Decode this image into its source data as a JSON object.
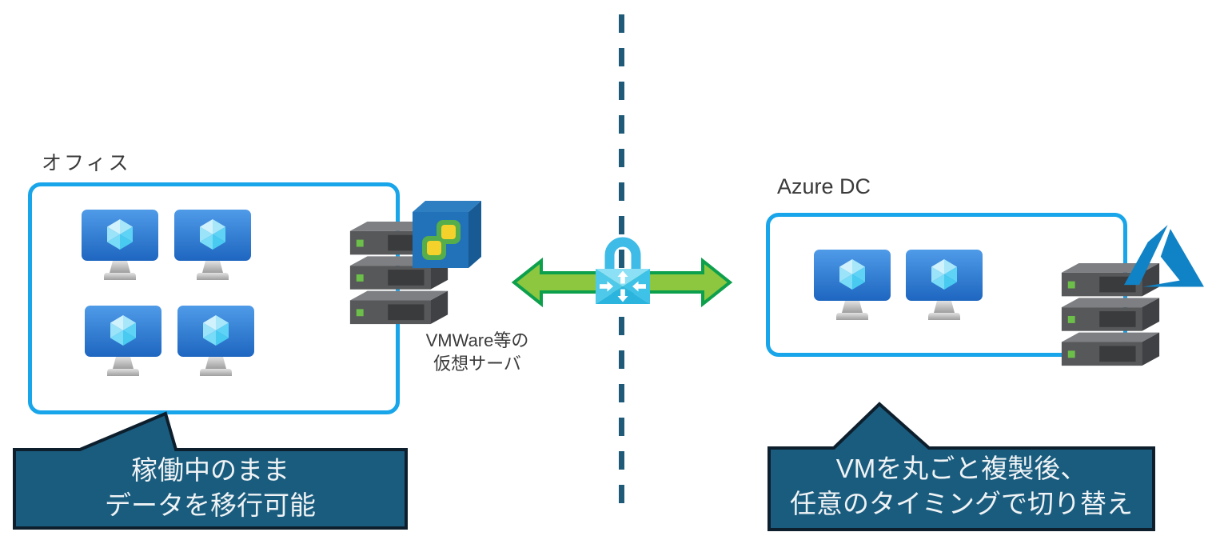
{
  "office": {
    "label": "オフィス",
    "vm_monitor_count": 4,
    "server_caption": {
      "line1": "VMWare等の",
      "line2": "仮想サーバ"
    }
  },
  "azure": {
    "label": "Azure DC",
    "vm_monitor_count": 2
  },
  "callouts": {
    "left": {
      "line1": "稼働中のまま",
      "line2": "データを移行可能"
    },
    "right": {
      "line1": "VMを丸ごと複製後、",
      "line2": "任意のタイミングで切り替え"
    }
  },
  "icons": {
    "vm_monitor": "azure-vm-monitor-icon",
    "server_rack": "server-rack-icon",
    "vmware": "vmware-vsphere-cube-icon",
    "azure_logo": "azure-logo-icon",
    "vpn_gateway": "vpn-gateway-lock-icon",
    "migration_arrow": "bidirectional-arrow-icon",
    "boundary": "dashed-boundary-line"
  },
  "colors": {
    "zone_box_border": "#18A5E9",
    "dashed_line": "#1F5B79",
    "arrow_fill": "#8DC63F",
    "arrow_stroke": "#0DA04C",
    "callout_bg": "#1A5C7E",
    "callout_border": "#0D1F2D",
    "callout_text": "#EFF3F5",
    "vmware_blue": "#2272B9",
    "vmware_logo_green": "#55AD4B",
    "vmware_logo_yellow": "#F5D22B",
    "azure_logo_blue": "#1083C6",
    "server_gray": "#57585A",
    "led_green": "#6CC04A",
    "vpn_cyan": "#3FBBE7",
    "label_text": "#3A3A3A"
  }
}
